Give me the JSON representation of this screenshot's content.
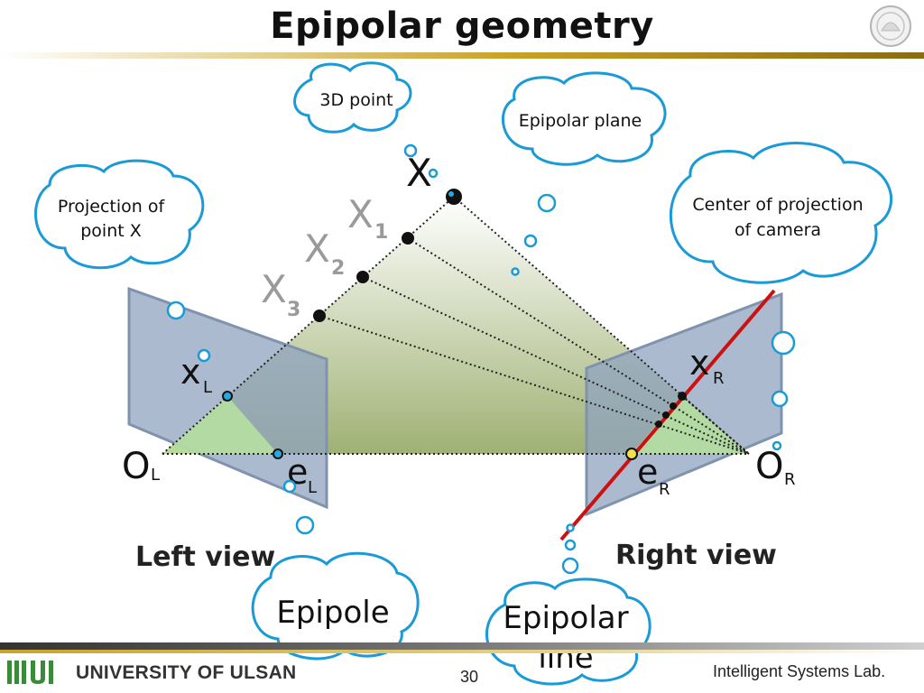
{
  "slide": {
    "title": "Epipolar geometry",
    "page_number": "30",
    "university": "UNIVERSITY OF ULSAN",
    "lab": "Intelligent Systems Lab."
  },
  "diagram": {
    "points": {
      "X": "X",
      "X1": "X",
      "X1_sub": "1",
      "X2": "X",
      "X2_sub": "2",
      "X3": "X",
      "X3_sub": "3",
      "xL": "x",
      "xL_sub": "L",
      "xR": "x",
      "xR_sub": "R",
      "OL": "O",
      "OL_sub": "L",
      "OR": "O",
      "OR_sub": "R",
      "eL": "e",
      "eL_sub": "L",
      "eR": "e",
      "eR_sub": "R"
    },
    "view_labels": {
      "left": "Left view",
      "right": "Right view"
    },
    "callouts": {
      "point_3d": "3D point",
      "epipolar_plane": "Epipolar plane",
      "projection_line1": "Projection of",
      "projection_line2": "point X",
      "center_line1": "Center of projection",
      "center_line2": "of camera",
      "epipole": "Epipole",
      "epipolar_line1": "Epipolar",
      "epipolar_line2": "line"
    },
    "colors": {
      "image_plane": "#8fa3bf",
      "epipolar_line": "#cc1111",
      "callout_border": "#1a9ad6",
      "epipole_right": "#f2e24a"
    }
  }
}
